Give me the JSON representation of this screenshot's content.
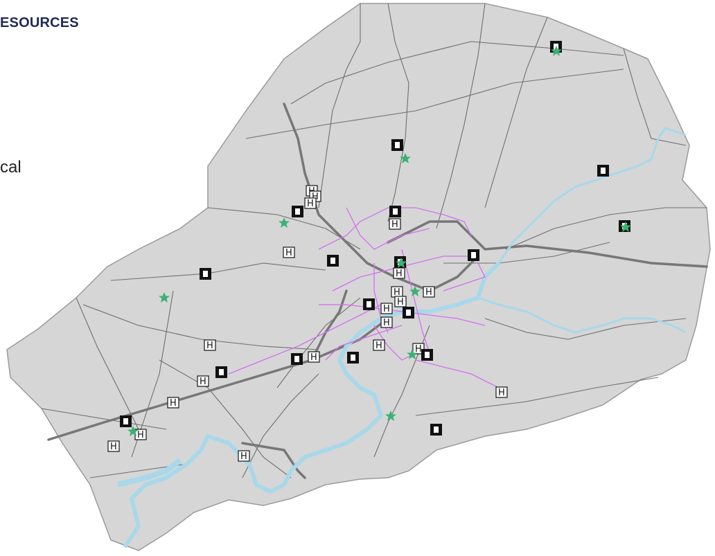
{
  "header": {
    "title": "ESOURCES"
  },
  "side_label": "cal",
  "colors": {
    "land": "#d6d6d6",
    "boundary": "#9a9a9a",
    "road": "#6e6e6e",
    "highway": "#7a7a7a",
    "water": "#a8d8ea",
    "transit": "#d46ef0",
    "star": "#3bb273"
  },
  "legend_symbols": {
    "hospital": {
      "icon": "hospital-icon",
      "label": "H"
    },
    "library": {
      "icon": "library-icon"
    },
    "star": {
      "icon": "star-icon"
    }
  }
}
